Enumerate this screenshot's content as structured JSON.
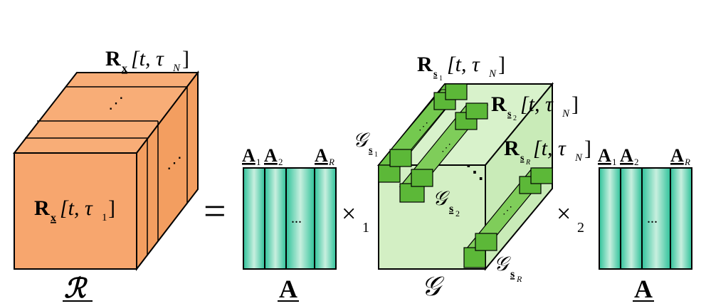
{
  "tensor_R": {
    "front_label_R": "R",
    "front_label_sub": "x",
    "front_label_args": "[t, τ",
    "front_label_index": "1",
    "front_label_close": "]",
    "top_label_R": "R",
    "top_label_sub": "x",
    "top_label_args": "[t, τ",
    "top_label_index": "N",
    "top_label_close": "]",
    "name": "ℛ",
    "dots_top": "⋰",
    "dots_side": "⋰",
    "face_color": "#f7a66e",
    "side_color": "#f39e60",
    "top_color": "#f8ad77"
  },
  "equals": "=",
  "matrix_A1": {
    "cols": [
      "A",
      "A",
      "A"
    ],
    "col_subs": [
      "1",
      "2",
      "R"
    ],
    "dots": "...",
    "name": "A",
    "color": "#2fc29a"
  },
  "times1": "×",
  "times1_sub": "1",
  "core_G": {
    "name": "𝒢",
    "slice_labels": [
      {
        "R": "R",
        "sub": "s",
        "subsub": "1",
        "args": "[t, τ",
        "idx": "N",
        "close": "]"
      },
      {
        "R": "R",
        "sub": "s",
        "subsub": "2",
        "args": "[t, τ",
        "idx": "N",
        "close": "]"
      },
      {
        "R": "R",
        "sub": "s",
        "subsub": "R",
        "args": "[t, τ",
        "idx": "N",
        "close": "]"
      }
    ],
    "block_labels": [
      {
        "G": "𝒢",
        "sub": "s",
        "subsub": "1"
      },
      {
        "G": "𝒢",
        "sub": "s",
        "subsub": "2"
      },
      {
        "G": "𝒢",
        "sub": "s",
        "subsub": "R"
      }
    ],
    "dots": "⋱",
    "light_color": "#d3efc4",
    "green_color": "#5dbb3c"
  },
  "times2": "×",
  "times2_sub": "2",
  "matrix_A2": {
    "cols": [
      "A",
      "A",
      "A"
    ],
    "col_subs": [
      "1",
      "2",
      "R"
    ],
    "dots": "...",
    "name": "A",
    "color": "#2fc29a"
  }
}
